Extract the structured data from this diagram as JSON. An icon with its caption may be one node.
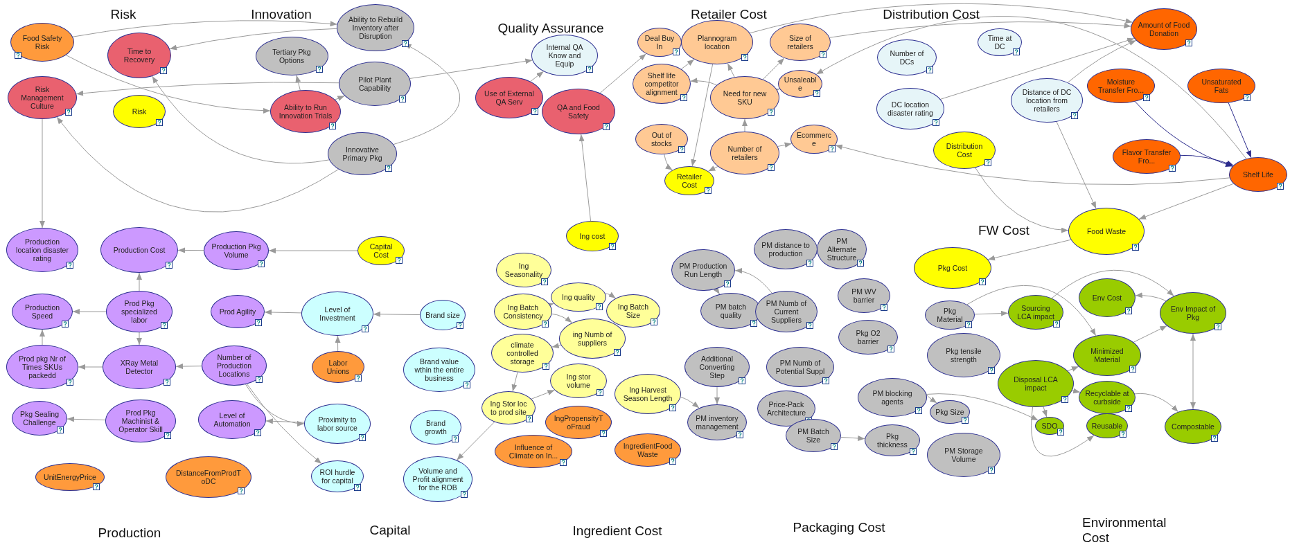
{
  "diagram": {
    "nodes": [
      {
        "text": [
          "Food Safety Risk"
        ]
      },
      {
        "text": [
          "Time to Recovery"
        ]
      },
      {
        "text": [
          "Tertiary Pkg Options"
        ]
      },
      {
        "text": [
          "Ability to Rebuild Inventory after Disruption"
        ]
      },
      {
        "text": [
          "Internal QA Know and Equip"
        ]
      },
      {
        "text": [
          "Deal Buy In"
        ]
      },
      {
        "text": [
          "Plannogram location"
        ]
      },
      {
        "text": [
          "Size of retailers"
        ]
      },
      {
        "text": [
          "Time at DC"
        ]
      },
      {
        "text": [
          "Number of DCs"
        ]
      },
      {
        "text": [
          "Amount of Food Donation"
        ]
      },
      {
        "text": [
          "Risk Management Culture"
        ]
      },
      {
        "text": [
          "Risk"
        ]
      },
      {
        "text": [
          "Pilot Plant Capability"
        ]
      },
      {
        "text": [
          "Ability to Run Innovation Trials"
        ]
      },
      {
        "text": [
          "Use of External QA Serv"
        ]
      },
      {
        "text": [
          "QA and Food Safety"
        ]
      },
      {
        "text": [
          "Shelf life competitor alignment"
        ]
      },
      {
        "text": [
          "Need for new SKU"
        ]
      },
      {
        "text": [
          "Unsaleable"
        ]
      },
      {
        "text": [
          "DC location disaster rating"
        ]
      },
      {
        "text": [
          "Distance of DC location from retailers"
        ]
      },
      {
        "text": [
          "Moisture Transfer Fro..."
        ]
      },
      {
        "text": [
          "Unsaturated Fats"
        ]
      },
      {
        "text": [
          "Innovative Primary Pkg"
        ]
      },
      {
        "text": [
          "Out of stocks"
        ]
      },
      {
        "text": [
          "Number of retailers"
        ]
      },
      {
        "text": [
          "Ecommerce"
        ]
      },
      {
        "text": [
          "Distribution Cost"
        ]
      },
      {
        "text": [
          "Flavor Transfer Fro..."
        ]
      },
      {
        "text": [
          "Shelf Life"
        ]
      },
      {
        "text": [
          "Retailer Cost"
        ]
      },
      {
        "text": [
          "Food Waste"
        ]
      },
      {
        "text": [
          "Production location disaster rating"
        ]
      },
      {
        "text": [
          "Production Cost"
        ]
      },
      {
        "text": [
          "Production Pkg Volume"
        ]
      },
      {
        "text": [
          "Capital Cost"
        ]
      },
      {
        "text": [
          "Ing cost"
        ]
      },
      {
        "text": [
          "Ing Seasonality"
        ]
      },
      {
        "text": [
          "PM Production Run Length"
        ]
      },
      {
        "text": [
          "PM distance to production"
        ]
      },
      {
        "text": [
          "PM Alternate Structure"
        ]
      },
      {
        "text": [
          "Pkg Cost"
        ]
      },
      {
        "text": [
          "Production Speed"
        ]
      },
      {
        "text": [
          "Prod Pkg specialized labor"
        ]
      },
      {
        "text": [
          "Prod Agility"
        ]
      },
      {
        "text": [
          "Level of Investment"
        ]
      },
      {
        "text": [
          "Brand size"
        ]
      },
      {
        "text": [
          "Ing Batch Consistency"
        ]
      },
      {
        "text": [
          "Ing quality"
        ]
      },
      {
        "text": [
          "Ing Batch Size"
        ]
      },
      {
        "text": [
          "PM batch quality"
        ]
      },
      {
        "text": [
          "PM Numb of Current Suppliers"
        ]
      },
      {
        "text": [
          "PM WV barrier"
        ]
      },
      {
        "text": [
          "Pkg Material"
        ]
      },
      {
        "text": [
          "Sourcing LCA impact"
        ]
      },
      {
        "text": [
          "Env Cost"
        ]
      },
      {
        "text": [
          "Env Impact of Pkg"
        ]
      },
      {
        "text": [
          "Prod pkg Nr of Times SKUs packedd"
        ]
      },
      {
        "text": [
          "XRay Metal Detector"
        ]
      },
      {
        "text": [
          "Number of Production Locations"
        ]
      },
      {
        "text": [
          "Labor Unions"
        ]
      },
      {
        "text": [
          "Brand value wthin the entire business"
        ]
      },
      {
        "text": [
          "climate controlled storage"
        ]
      },
      {
        "text": [
          "ing Numb of suppliers"
        ]
      },
      {
        "text": [
          "Additional Converting Step"
        ]
      },
      {
        "text": [
          "PM Numb of Potential Suppl"
        ]
      },
      {
        "text": [
          "Pkg O2 barrier"
        ]
      },
      {
        "text": [
          "Pkg tensile strength"
        ]
      },
      {
        "text": [
          "Minimized Material"
        ]
      },
      {
        "text": [
          "Disposal LCA impact"
        ]
      },
      {
        "text": [
          "Ing stor volume"
        ]
      },
      {
        "text": [
          "Ing Harvest Season Length"
        ]
      },
      {
        "text": [
          "Pkg Sealing Challenge"
        ]
      },
      {
        "text": [
          "Prod Pkg Machinist & Operator Skill"
        ]
      },
      {
        "text": [
          "Level of Automation"
        ]
      },
      {
        "text": [
          "Proximity to labor source"
        ]
      },
      {
        "text": [
          "Brand growth"
        ]
      },
      {
        "text": [
          "Ing Stor loc to prod site"
        ]
      },
      {
        "text": [
          "IngPropensityToFraud"
        ]
      },
      {
        "text": [
          "PM inventory management"
        ]
      },
      {
        "text": [
          "Price-Pack Architecture"
        ]
      },
      {
        "text": [
          "PM blocking agents"
        ]
      },
      {
        "text": [
          "Recyclable at curbside"
        ]
      },
      {
        "text": [
          "Pkg Size"
        ]
      },
      {
        "text": [
          "SDO"
        ]
      },
      {
        "text": [
          "Reusable"
        ]
      },
      {
        "text": [
          "Compostable"
        ]
      },
      {
        "text": [
          "PM Batch Size"
        ]
      },
      {
        "text": [
          "Pkg thickness"
        ]
      },
      {
        "text": [
          "Influence of Climate on In..."
        ]
      },
      {
        "text": [
          "IngredientFoodWaste"
        ]
      },
      {
        "text": [
          "PM Storage Volume"
        ]
      },
      {
        "text": [
          "UnitEnergyPrice"
        ]
      },
      {
        "text": [
          "DistanceFromProdToDC"
        ]
      },
      {
        "text": [
          "ROI hurdle for capital"
        ]
      },
      {
        "text": [
          "Volume and Profit alignment for the ROB"
        ]
      }
    ],
    "edges": [
      {
        "from": 22,
        "to": 30,
        "arrow": "to",
        "color": "#2b2b8c"
      },
      {
        "from": 23,
        "to": 30,
        "arrow": "to",
        "color": "#2b2b8c"
      },
      {
        "from": 29,
        "to": 30,
        "arrow": "to",
        "color": "#2b2b8c"
      },
      {
        "from": 11,
        "to": 33,
        "arrow": "to"
      },
      {
        "from": 0,
        "to": 3,
        "arrow": "to"
      },
      {
        "from": 3,
        "to": 1,
        "arrow": "to"
      },
      {
        "from": 0,
        "to": 14,
        "arrow": "to"
      },
      {
        "from": 13,
        "to": 11,
        "arrow": "to"
      },
      {
        "from": 24,
        "to": 11,
        "arrow": "to"
      },
      {
        "from": 58,
        "to": 43,
        "arrow": "to"
      },
      {
        "from": 44,
        "to": 43,
        "arrow": "to"
      },
      {
        "from": 44,
        "to": 34,
        "arrow": "to"
      },
      {
        "from": 44,
        "to": 59,
        "arrow": "to"
      },
      {
        "from": 60,
        "to": 59,
        "arrow": "to"
      },
      {
        "from": 59,
        "to": 58,
        "arrow": "to"
      },
      {
        "from": 74,
        "to": 73,
        "arrow": "to"
      },
      {
        "from": 76,
        "to": 75,
        "arrow": "to"
      },
      {
        "from": 61,
        "to": 46,
        "arrow": "to"
      },
      {
        "from": 46,
        "to": 45,
        "arrow": "to"
      },
      {
        "from": 35,
        "to": 34,
        "arrow": "to"
      },
      {
        "from": 14,
        "to": 2,
        "arrow": "to"
      },
      {
        "from": 14,
        "to": 13,
        "arrow": "to"
      },
      {
        "from": 24,
        "to": 3,
        "arrow": "to"
      },
      {
        "from": 24,
        "to": 1,
        "arrow": "to"
      },
      {
        "from": 15,
        "to": 4,
        "arrow": "to"
      },
      {
        "from": 13,
        "to": 4,
        "arrow": "to"
      },
      {
        "from": 16,
        "to": 5,
        "arrow": "to"
      },
      {
        "from": 37,
        "to": 16,
        "arrow": "to"
      },
      {
        "from": 18,
        "to": 17,
        "arrow": "to"
      },
      {
        "from": 18,
        "to": 6,
        "arrow": "to"
      },
      {
        "from": 18,
        "to": 7,
        "arrow": "to"
      },
      {
        "from": 18,
        "to": 19,
        "arrow": "to"
      },
      {
        "from": 26,
        "to": 18,
        "arrow": "to"
      },
      {
        "from": 25,
        "to": 31,
        "arrow": "to"
      },
      {
        "from": 6,
        "to": 31,
        "arrow": "to"
      },
      {
        "from": 26,
        "to": 31,
        "arrow": "to"
      },
      {
        "from": 26,
        "to": 27,
        "arrow": "to"
      },
      {
        "from": 17,
        "to": 6,
        "arrow": "to"
      },
      {
        "from": 21,
        "to": 32,
        "arrow": "to"
      },
      {
        "from": 28,
        "to": 32,
        "arrow": "to"
      },
      {
        "from": 30,
        "to": 32,
        "arrow": "to"
      },
      {
        "from": 32,
        "to": 42,
        "arrow": "to"
      },
      {
        "from": 7,
        "to": 10,
        "arrow": "to"
      },
      {
        "from": 20,
        "to": 10,
        "arrow": "to"
      },
      {
        "from": 21,
        "to": 10,
        "arrow": "to"
      },
      {
        "from": 6,
        "to": 10,
        "arrow": "to"
      },
      {
        "from": 30,
        "to": 19,
        "arrow": "to"
      },
      {
        "from": 30,
        "to": 27,
        "arrow": "to"
      },
      {
        "from": 55,
        "to": 57,
        "arrow": "to"
      },
      {
        "from": 57,
        "to": 56,
        "arrow": "to"
      },
      {
        "from": 57,
        "to": 87,
        "arrow": "both"
      },
      {
        "from": 69,
        "to": 57,
        "arrow": "to"
      },
      {
        "from": 83,
        "to": 87,
        "arrow": "to"
      },
      {
        "from": 54,
        "to": 55,
        "arrow": "to"
      },
      {
        "from": 82,
        "to": 84,
        "arrow": "to"
      },
      {
        "from": 54,
        "to": 69,
        "arrow": "to"
      },
      {
        "from": 70,
        "to": 69,
        "arrow": "to"
      },
      {
        "from": 70,
        "to": 85,
        "arrow": "to"
      },
      {
        "from": 82,
        "to": 85,
        "arrow": "to"
      },
      {
        "from": 70,
        "to": 86,
        "arrow": "to"
      },
      {
        "from": 70,
        "to": 83,
        "arrow": "to"
      },
      {
        "from": 88,
        "to": 89,
        "arrow": "to"
      },
      {
        "from": 65,
        "to": 80,
        "arrow": "to"
      },
      {
        "from": 72,
        "to": 80,
        "arrow": "to"
      },
      {
        "from": 63,
        "to": 78,
        "arrow": "to"
      },
      {
        "from": 78,
        "to": 71,
        "arrow": "to"
      },
      {
        "from": 64,
        "to": 63,
        "arrow": "to"
      },
      {
        "from": 48,
        "to": 64,
        "arrow": "to"
      },
      {
        "from": 49,
        "to": 50,
        "arrow": "to"
      },
      {
        "from": 48,
        "to": 49,
        "arrow": "to"
      },
      {
        "from": 52,
        "to": 39,
        "arrow": "to"
      },
      {
        "from": 39,
        "to": 51,
        "arrow": "to"
      },
      {
        "from": 78,
        "to": 96,
        "arrow": "to"
      },
      {
        "from": 60,
        "to": 76,
        "arrow": "to"
      },
      {
        "from": 60,
        "to": 95,
        "arrow": "to"
      },
      {
        "from": 36,
        "to": 35,
        "arrow": "to"
      },
      {
        "from": 47,
        "to": 46,
        "arrow": "to"
      }
    ],
    "labels": [
      "Risk",
      "Innovation",
      "Retailer Cost",
      "Distribution Cost",
      "Quality Assurance",
      "FW Cost",
      "Production",
      "Capital",
      "Ingredient Cost",
      "Packaging Cost",
      "Environmental Cost"
    ]
  }
}
